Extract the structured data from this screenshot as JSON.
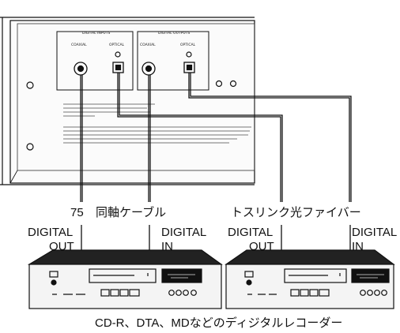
{
  "panel": {
    "digital_inputs_label": "DIGITAL INPUTS",
    "digital_outputs_label": "DIGITAL OUTPUTS",
    "coaxial_label": "COAXIAL",
    "optical_label": "OPTICAL"
  },
  "cables": {
    "coax_impedance": "75",
    "coax_cable_label": "同軸ケーブル",
    "optical_cable_label": "トスリンク光ファイバー"
  },
  "left_device": {
    "out_label_line1": "DIGITAL",
    "out_label_line2": "OUT",
    "in_label_line1": "DIGITAL",
    "in_label_line2": "IN"
  },
  "right_device": {
    "out_label_line1": "DIGITAL",
    "out_label_line2": "OUT",
    "in_label_line1": "DIGITAL",
    "in_label_line2": "IN"
  },
  "caption": "CD-R、DTA、MDなどのディジタルレコーダー",
  "colors": {
    "line": "#111111",
    "panel_fill": "#f4f4f4",
    "display": "#111111"
  }
}
